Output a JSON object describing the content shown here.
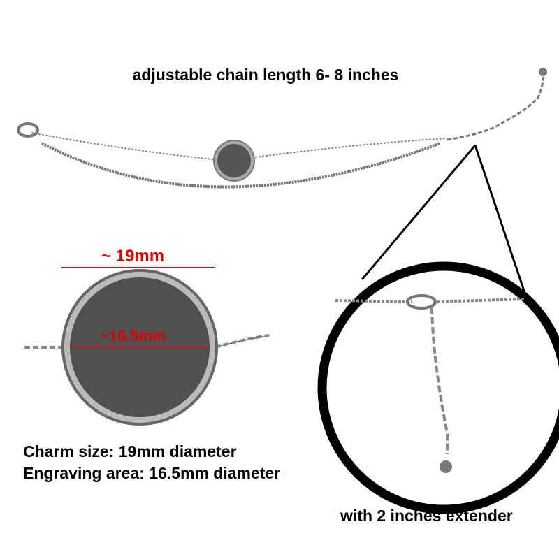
{
  "title": "adjustable chain length 6- 8 inches",
  "charm_diameter_label": "~ 19mm",
  "engraving_diameter_label": "~16.5mm",
  "specs": [
    "Charm size: 19mm diameter",
    "Engraving area: 16.5mm diameter"
  ],
  "extender_caption": "with 2 inches extender",
  "colors": {
    "annotation": "#e00000",
    "metal": "#9a9a9a",
    "charm_face": "#555555"
  }
}
